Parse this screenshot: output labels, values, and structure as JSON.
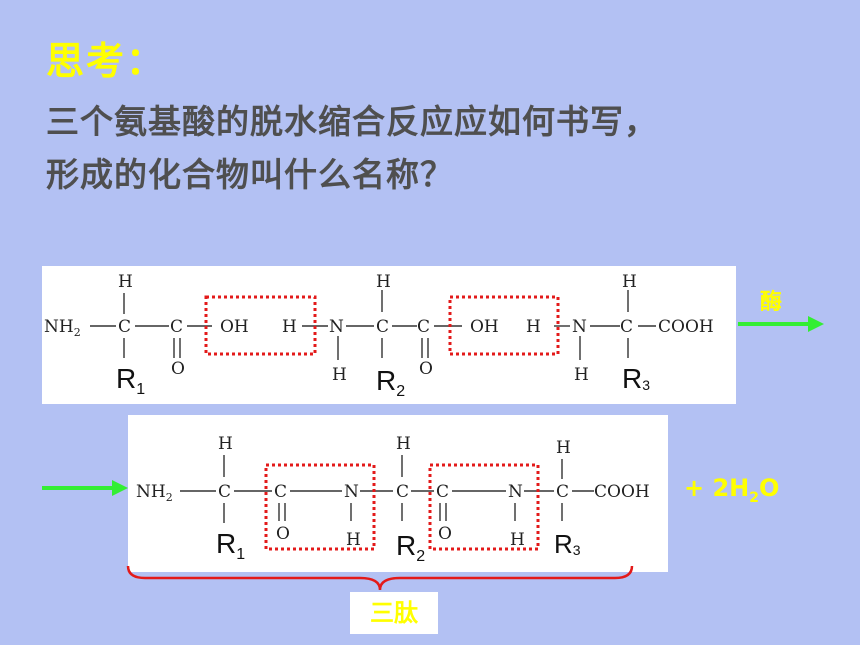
{
  "title": "思考：",
  "question_line1": "三个氨基酸的脱水缩合反应应如何书写，",
  "question_line2": "形成的化合物叫什么名称？",
  "enzyme_label": "酶",
  "water": {
    "prefix": "+  2H",
    "sub": "2",
    "suffix": "O"
  },
  "product_name": "三肽",
  "reactants": {
    "nh2": "NH",
    "nh2_sub": "2",
    "h": "H",
    "c": "C",
    "o": "O",
    "n": "N",
    "oh": "OH",
    "cooh": "COOH",
    "r1": "R",
    "r1_sub": "1",
    "r2": "R",
    "r2_sub": "2",
    "r3": "R",
    "r3_sub": "3"
  },
  "product": {
    "nh2": "NH",
    "nh2_sub": "2",
    "h": "H",
    "c": "C",
    "o": "O",
    "n": "N",
    "cooh": "COOH",
    "r1": "R",
    "r1_sub": "1",
    "r2": "R",
    "r2_sub": "2",
    "r3": "R",
    "r3_sub": "3"
  },
  "colors": {
    "background": "#b3c1f3",
    "title": "#ffff00",
    "question": "#4f4f4f",
    "dotted_box": "#e31a1a",
    "arrow": "#33ee33",
    "brace": "#e31a1a"
  }
}
